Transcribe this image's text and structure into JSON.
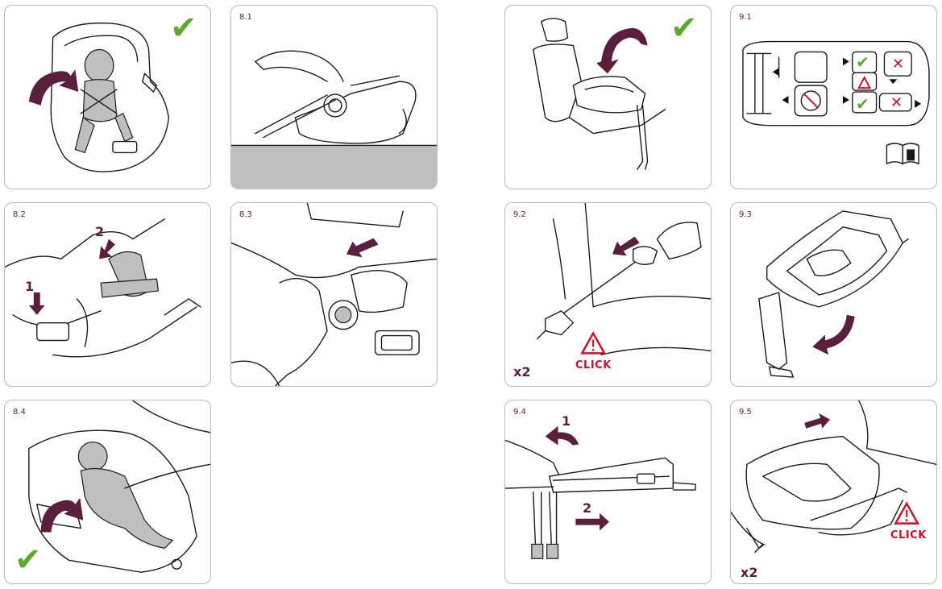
{
  "steps": {
    "s81": "8.1",
    "s82": "8.2",
    "s83": "8.3",
    "s84": "8.4",
    "s91": "9.1",
    "s92": "9.2",
    "s93": "9.3",
    "s94": "9.4",
    "s95": "9.5"
  },
  "labels": {
    "one": "1",
    "two": "2",
    "click": "CLICK",
    "times_two": "x2",
    "check": "✔",
    "cross": "✕"
  },
  "colors": {
    "plum": "#5a1f3c",
    "green": "#5fa830",
    "red": "#c8102e",
    "panel_border": "#b9b9b9",
    "floor": "#bfbfbf"
  },
  "icons": [
    "check-icon",
    "rotate-arrow-icon",
    "arrow-icon",
    "warning-triangle-icon",
    "cross-icon",
    "manual-info-icon",
    "no-airbag-icon"
  ]
}
